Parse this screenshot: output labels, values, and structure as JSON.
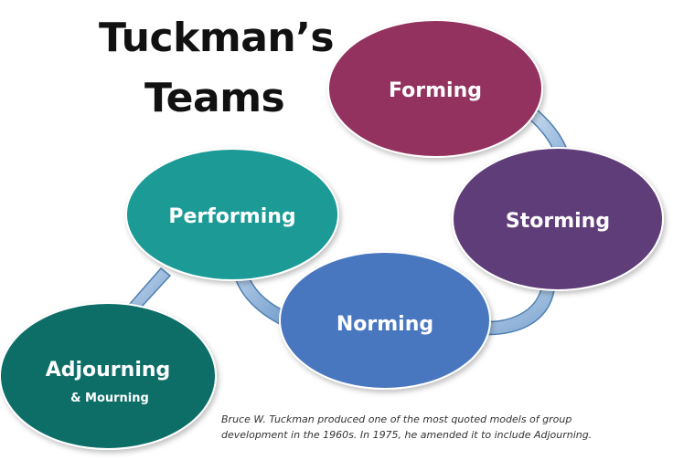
{
  "title": {
    "line1": "Tuckman’s",
    "line2": "Teams"
  },
  "stages": [
    {
      "label": "Forming",
      "color": "#93305e"
    },
    {
      "label": "Storming",
      "color": "#5e3d78"
    },
    {
      "label": "Norming",
      "color": "#4a77bf"
    },
    {
      "label": "Performing",
      "color": "#1a9a96"
    },
    {
      "label": "Adjourning",
      "sublabel": "& Mourning",
      "color": "#0f6e68"
    }
  ],
  "caption": {
    "line1": "Bruce W. Tuckman produced one of the most quoted models of group",
    "line2": "development in the 1960s. In 1975, he amended it to include Adjourning."
  },
  "colors": {
    "arrow": "#7fa9d3",
    "arrow_edge": "#4f7fb0",
    "ellipse_stroke": "#ffffff"
  }
}
